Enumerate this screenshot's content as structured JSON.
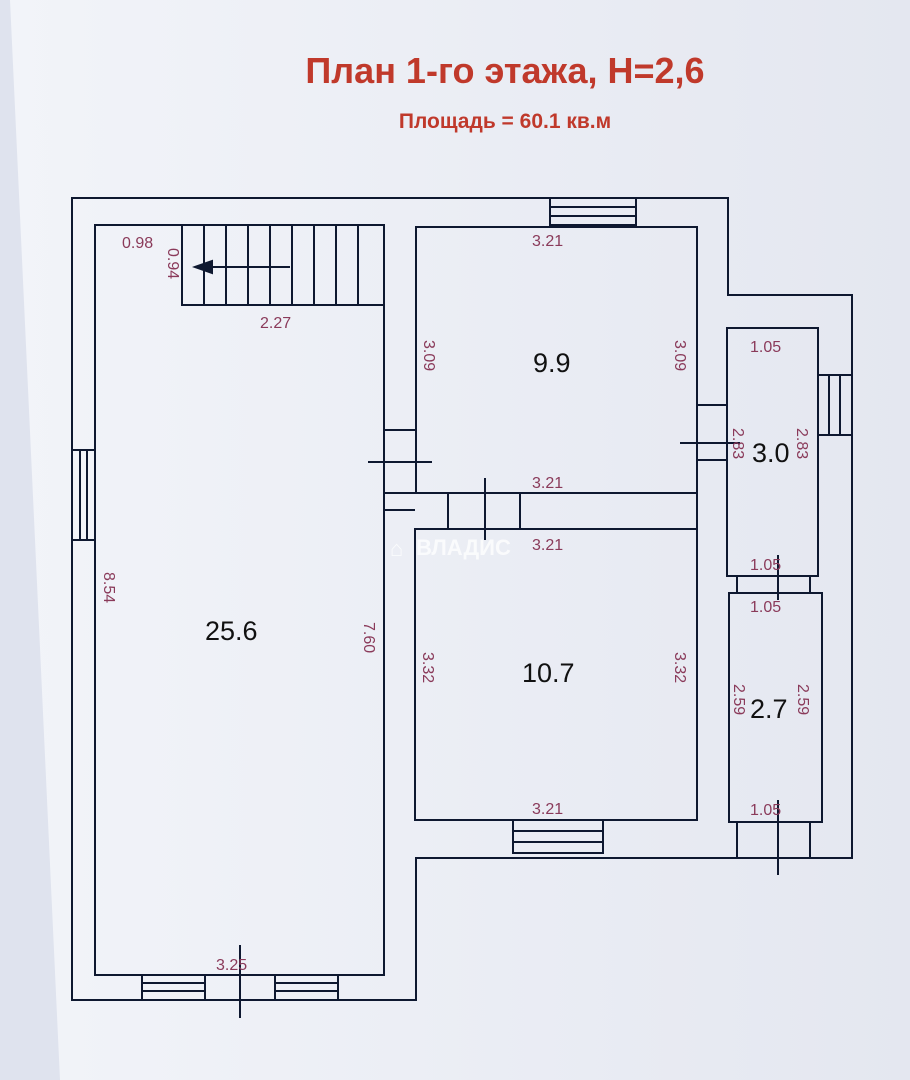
{
  "title": "План 1-го этажа, Н=2,6",
  "subtitle": "Площадь = 60.1 кв.м",
  "watermark": "ВЛАДИС",
  "colors": {
    "title": "#c0392b",
    "dimensions": "#8a3a5a",
    "walls": "#0e1830",
    "paper": "#e8ebf3"
  },
  "rooms": [
    {
      "area": "25.6",
      "dims": [
        "8.54",
        "7.60",
        "3.25"
      ]
    },
    {
      "area": "9.9",
      "dims": [
        "3.21",
        "3.09",
        "3.09",
        "3.21"
      ]
    },
    {
      "area": "10.7",
      "dims": [
        "3.21",
        "3.32",
        "3.32",
        "3.21"
      ]
    },
    {
      "area": "3.0",
      "dims": [
        "1.05",
        "2.83",
        "2.83",
        "1.05"
      ]
    },
    {
      "area": "2.7",
      "dims": [
        "1.05",
        "2.59",
        "2.59",
        "1.05"
      ]
    }
  ],
  "stair": {
    "dims": [
      "0.98",
      "0.94",
      "2.27"
    ]
  }
}
